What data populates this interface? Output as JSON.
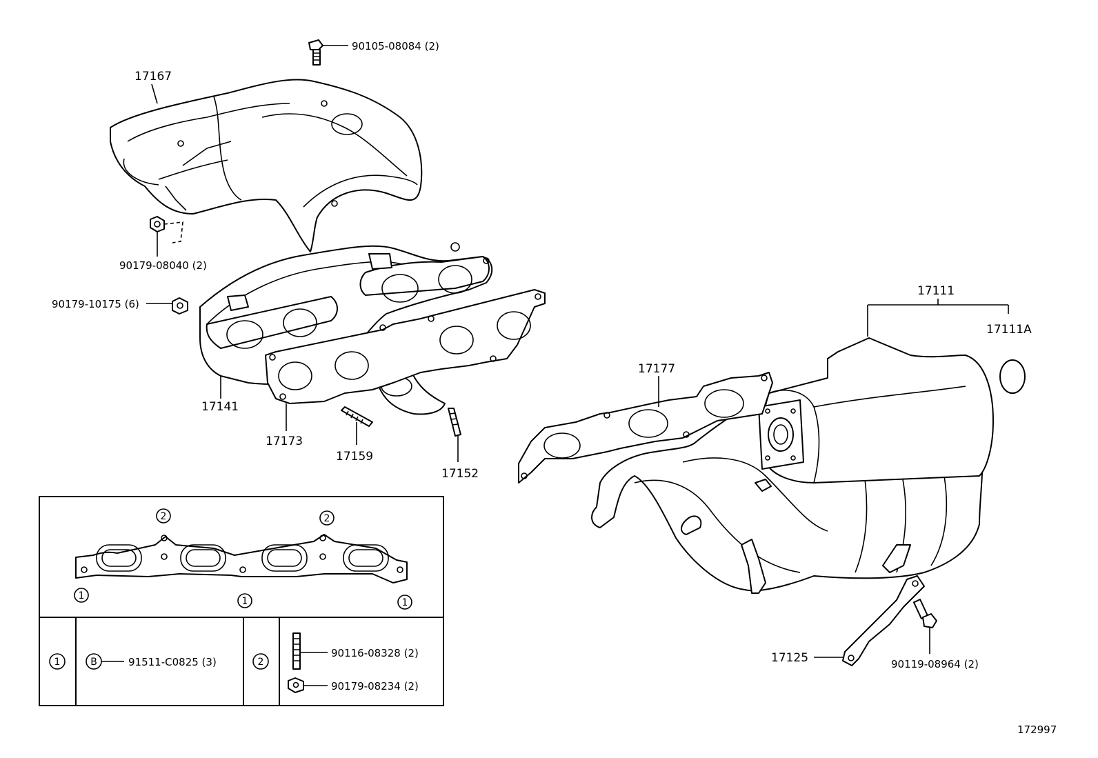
{
  "parts": {
    "bolt_top": "90105-08084 (2)",
    "heat_insulator": "17167",
    "nut_insulator": "90179-08040 (2)",
    "nut_manifold": "90179-10175 (6)",
    "exhaust_manifold": "17141",
    "gasket_exhaust": "17173",
    "stud_17159": "17159",
    "stud_17152": "17152",
    "intake_manifold": "17111",
    "intake_manifold_a": "17111A",
    "gasket_intake": "17177",
    "stay": "17125",
    "bolt_stay": "90119-08964 (2)"
  },
  "detail": {
    "marker_1": "1",
    "marker_2": "2",
    "marker_b": "B",
    "part_b": "91511-C0825 (3)",
    "stud": "90116-08328 (2)",
    "nut": "90179-08234 (2)"
  },
  "diagram_id": "172997"
}
